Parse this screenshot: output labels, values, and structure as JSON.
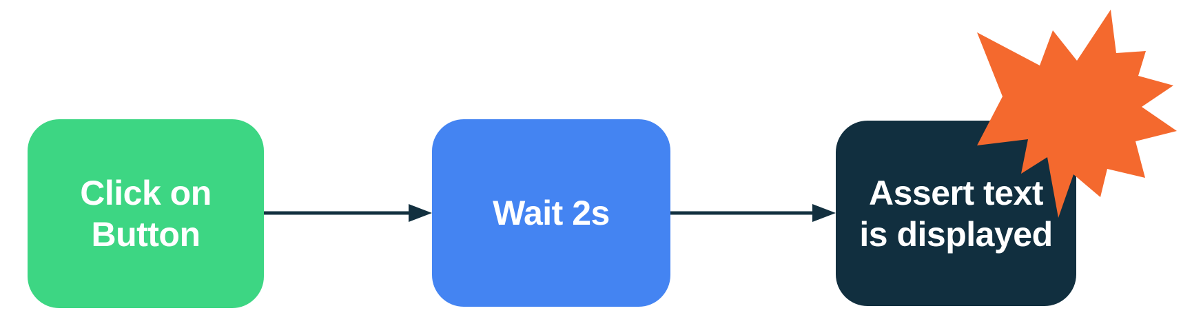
{
  "diagram": {
    "type": "flowchart",
    "background_color": "#ffffff",
    "text_color": "#ffffff",
    "arrow": {
      "color": "#12303F"
    },
    "burst": {
      "color": "#F4692E",
      "shape": "11-point irregular starburst",
      "position": "over top-right corner of assert node"
    },
    "nodes": [
      {
        "id": "click-on-button",
        "label": "Click on Button",
        "line1": "Click on",
        "line2": "Button",
        "color": "#3DD683",
        "text_color": "#ffffff"
      },
      {
        "id": "wait-2s",
        "label": "Wait 2s",
        "line1": "Wait 2s",
        "color": "#4484F2",
        "text_color": "#ffffff"
      },
      {
        "id": "assert-text-displayed",
        "label": "Assert text is displayed",
        "line1": "Assert text",
        "line2": "is displayed",
        "color": "#112F3F",
        "text_color": "#ffffff"
      }
    ],
    "connectors": [
      {
        "from": "click-on-button",
        "to": "wait-2s"
      },
      {
        "from": "wait-2s",
        "to": "assert-text-displayed"
      }
    ]
  }
}
